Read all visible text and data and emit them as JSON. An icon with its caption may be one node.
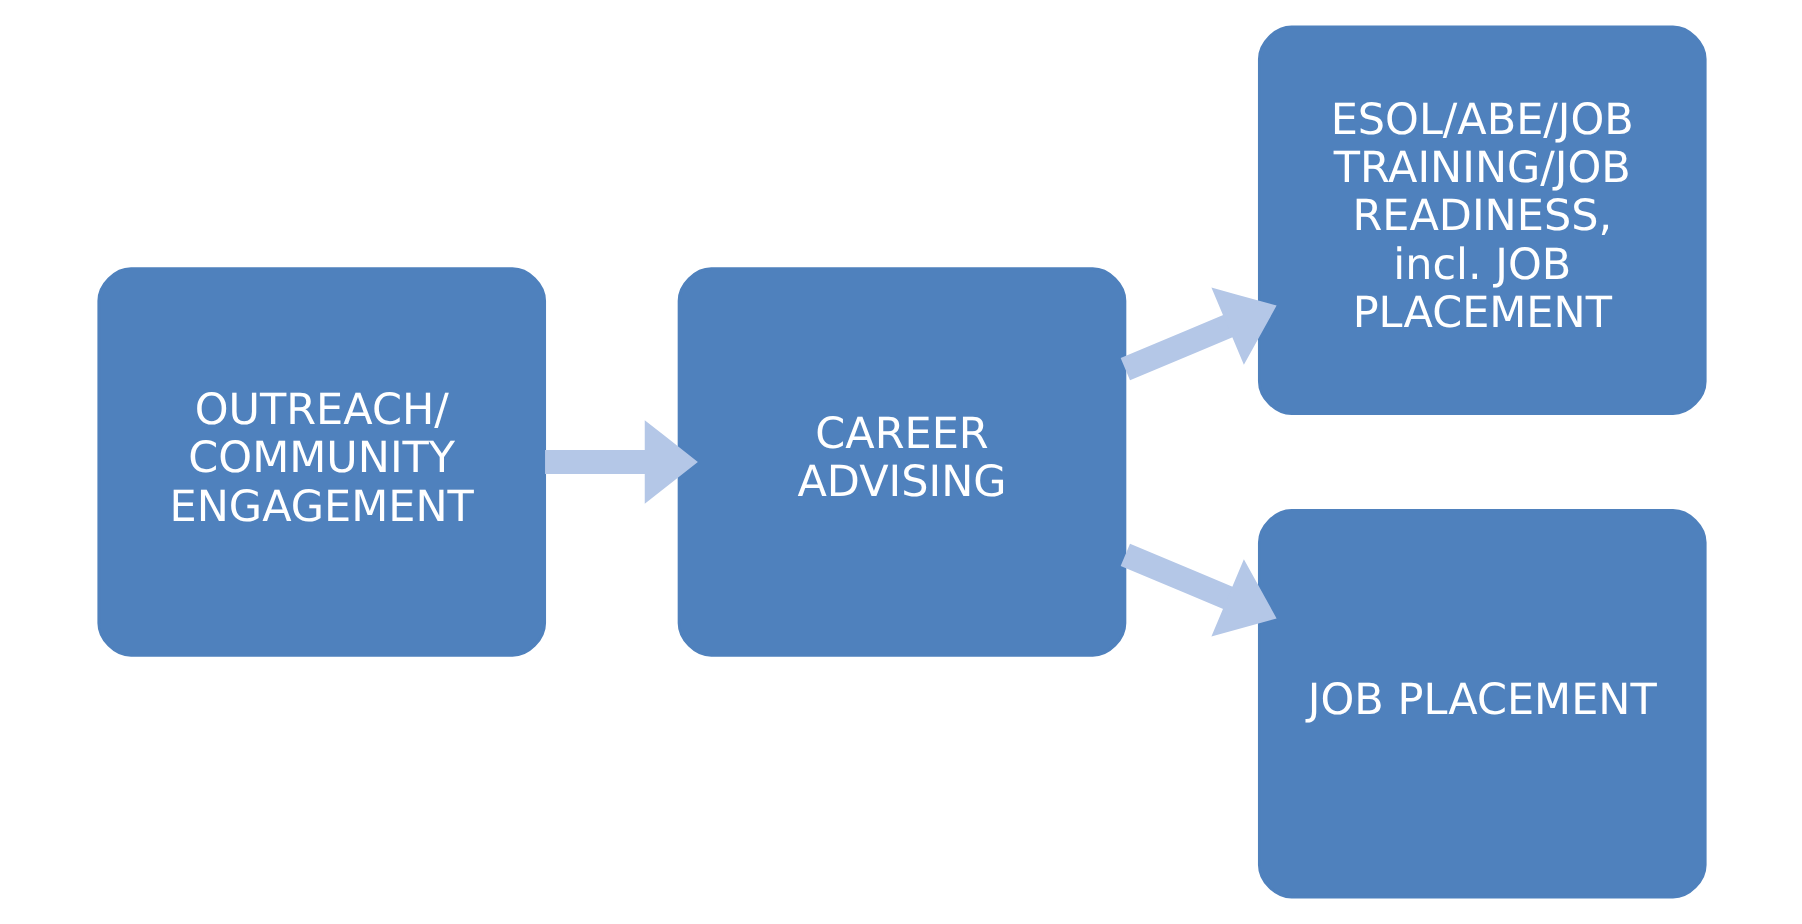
{
  "diagram": {
    "nodes": [
      {
        "text": [
          "OUTREACH/ COMMUNITY ENGAGEMENT"
        ]
      },
      {
        "text": [
          "CAREER ADVISING"
        ]
      },
      {
        "text": [
          "ESOL/ABE/JOB TRAINING/JOB READINESS, incl. JOB PLACEMENT"
        ]
      },
      {
        "text": [
          "JOB PLACEMENT"
        ]
      }
    ],
    "edges": [
      {
        "from": 0,
        "to": 1,
        "arrow": "to"
      },
      {
        "from": 1,
        "to": 2,
        "arrow": "to"
      },
      {
        "from": 1,
        "to": 3,
        "arrow": "to"
      }
    ]
  }
}
